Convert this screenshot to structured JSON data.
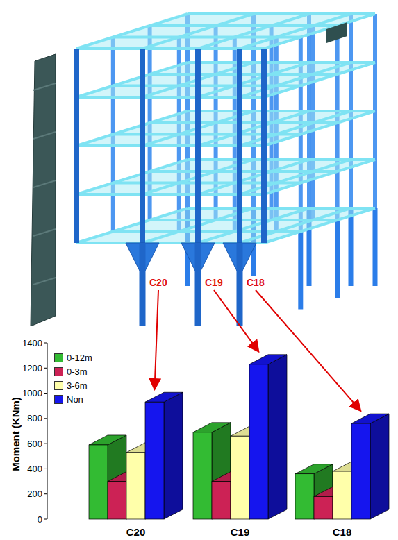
{
  "diagram": {
    "nodes": [
      {
        "text": [
          "C20"
        ]
      },
      {
        "text": [
          "C19"
        ]
      },
      {
        "text": [
          "C18"
        ]
      },
      {
        "text": [
          "C20"
        ]
      },
      {
        "text": [
          "C19"
        ]
      },
      {
        "text": [
          "C18"
        ]
      }
    ],
    "edges": [
      {
        "from": 0,
        "to": 3,
        "arrow": "to"
      },
      {
        "from": 1,
        "to": 4,
        "arrow": "to"
      },
      {
        "from": 2,
        "to": 5,
        "arrow": "to"
      }
    ],
    "labels": [
      "Moment (KNm)",
      "1400",
      "1200",
      "1000",
      "800",
      "600",
      "400",
      "200",
      "0"
    ],
    "legend": [
      {
        "text": "0-12m",
        "color": "#33bb33"
      },
      {
        "text": "0-3m",
        "color": "#cc2255"
      },
      {
        "text": "3-6m",
        "color": "#ffffaa"
      },
      {
        "text": "Non",
        "color": "#1515ee"
      }
    ]
  }
}
